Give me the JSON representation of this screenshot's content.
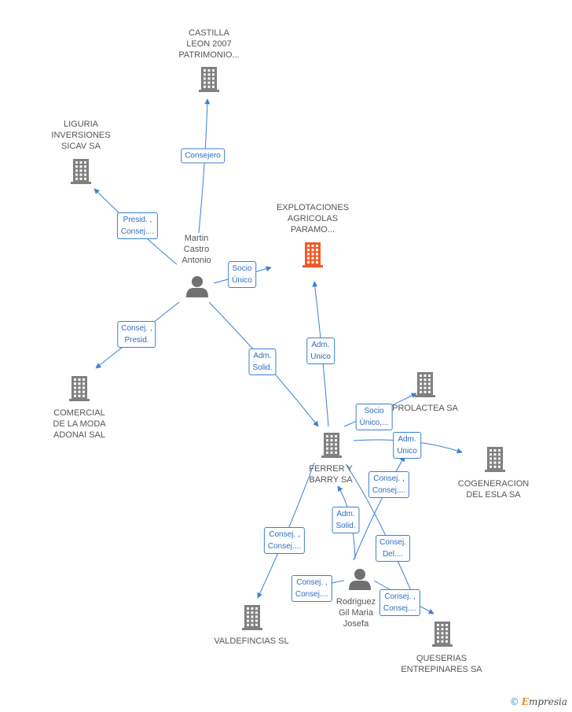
{
  "colors": {
    "building": "#808080",
    "highlight": "#f05a28",
    "person": "#707070",
    "edge": "#3a7fd5"
  },
  "nodes": [
    {
      "id": "castilla",
      "type": "company",
      "label": "CASTILLA\nLEON 2007\nPATRIMONIO...",
      "icon": "building-icon"
    },
    {
      "id": "liguria",
      "type": "company",
      "label": "LIGURIA\nINVERSIONES\nSICAV SA",
      "icon": "building-icon"
    },
    {
      "id": "explotaciones",
      "type": "company",
      "label": "EXPLOTACIONES\nAGRICOLAS\nPARAMO...",
      "icon": "building-icon",
      "highlight": true
    },
    {
      "id": "martin",
      "type": "person",
      "label": "Martin\nCastro\nAntonio",
      "icon": "person-icon"
    },
    {
      "id": "comercial",
      "type": "company",
      "label": "COMERCIAL\nDE LA MODA\nADONAI SAL",
      "icon": "building-icon"
    },
    {
      "id": "prolactea",
      "type": "company",
      "label": "PROLACTEA SA",
      "icon": "building-icon"
    },
    {
      "id": "ferrer",
      "type": "company",
      "label": "FERRER Y\nBARRY SA",
      "icon": "building-icon"
    },
    {
      "id": "cogeneracion",
      "type": "company",
      "label": "COGENERACION\nDEL ESLA SA",
      "icon": "building-icon"
    },
    {
      "id": "valdefincias",
      "type": "company",
      "label": "VALDEFINCIAS SL",
      "icon": "building-icon"
    },
    {
      "id": "rodriguez",
      "type": "person",
      "label": "Rodriguez\nGil Maria\nJosefa",
      "icon": "person-icon"
    },
    {
      "id": "queserias",
      "type": "company",
      "label": "QUESERIAS\nENTREPINARES SA",
      "icon": "building-icon"
    }
  ],
  "edges": [
    {
      "from": "martin",
      "to": "castilla",
      "label": "Consejero"
    },
    {
      "from": "martin",
      "to": "liguria",
      "label": "Presid. ,\nConsej...."
    },
    {
      "from": "martin",
      "to": "explotaciones",
      "label": "Socio\nÚnico"
    },
    {
      "from": "martin",
      "to": "comercial",
      "label": "Consej. ,\nPresid."
    },
    {
      "from": "martin",
      "to": "ferrer",
      "label": "Adm.\nSolid."
    },
    {
      "from": "ferrer",
      "to": "explotaciones",
      "label": "Adm.\nUnico"
    },
    {
      "from": "ferrer",
      "to": "prolactea",
      "label": "Socio\nÚnico,..."
    },
    {
      "from": "ferrer",
      "to": "cogeneracion",
      "label": "Adm.\nUnico"
    },
    {
      "from": "ferrer",
      "to": "valdefincias",
      "label": "Consej. ,\nConsej...."
    },
    {
      "from": "rodriguez",
      "to": "ferrer",
      "label": "Adm.\nSolid."
    },
    {
      "from": "rodriguez",
      "to": "prolactea",
      "label": "Consej. ,\nConsej...."
    },
    {
      "from": "rodriguez",
      "to": "queserias",
      "label": "Consej. ,\nConsej...."
    },
    {
      "from": "ferrer",
      "to": "queserias",
      "label": "Consej.\nDel...."
    },
    {
      "from": "rodriguez",
      "to": "valdefincias",
      "label": "Consej. ,\nConsej...."
    }
  ],
  "brand": {
    "copyright": "©",
    "name_initial": "E",
    "name_rest": "mpresia"
  }
}
